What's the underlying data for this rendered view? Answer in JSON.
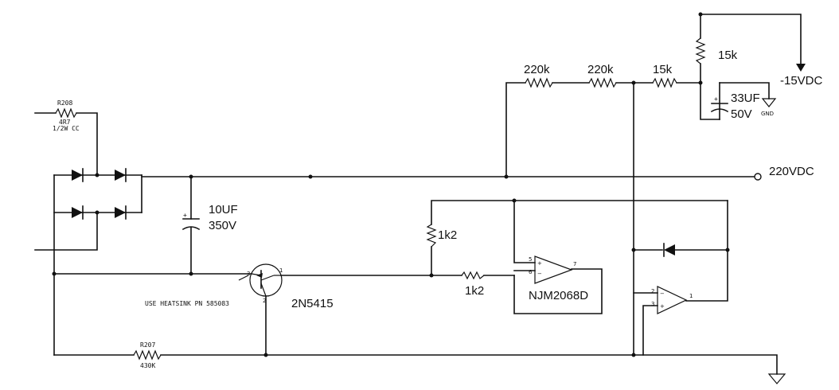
{
  "labels": {
    "r208_ref": "R208",
    "r208_val": "4R7",
    "r208_note": "1/2W CC",
    "r207_ref": "R207",
    "r207_val": "430K",
    "cap_main_val": "10UF",
    "cap_main_volt": "350V",
    "cap_small_val": "33UF",
    "cap_small_volt": "50V",
    "r_top_1": "220k",
    "r_top_2": "220k",
    "r_top_3": "15k",
    "r_vert": "15k",
    "neg_supply": "-15VDC",
    "hv_out": "220VDC",
    "gnd_small": "GND",
    "r_1k2_a": "1k2",
    "r_1k2_b": "1k2",
    "opamp_name": "NJM2068D",
    "transistor": "2N5415",
    "heatsink_note": "USE HEATSINK PN 585083",
    "cap_plus": "+",
    "cap_plus2": "+"
  },
  "pins": {
    "q_b": "1",
    "q_c": "2",
    "q_e": "3",
    "u1_p5": "5",
    "u1_p6": "6",
    "u1_p7": "7",
    "u2_p2": "2",
    "u2_p3": "3",
    "u2_p1": "1",
    "u1_plus": "+",
    "u1_minus": "−",
    "u2_minus": "−",
    "u2_plus": "+"
  }
}
